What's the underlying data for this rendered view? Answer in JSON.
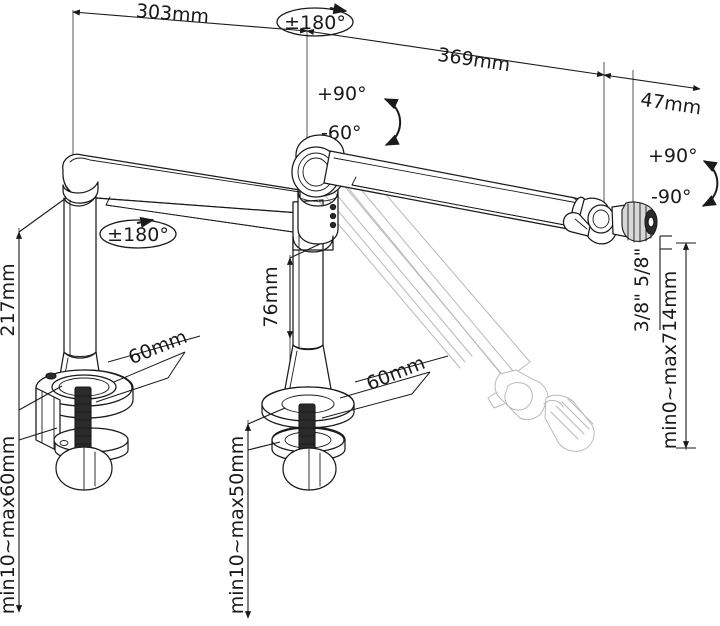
{
  "drawing": {
    "title": "Microphone boom arm desk mount - dimensioned technical drawing",
    "units": "mm",
    "line_color": "#1a1a1a",
    "ghost_color": "#b9b9b9",
    "background": "#ffffff"
  },
  "dimensions": {
    "upper_arm_length": "303mm",
    "lower_arm_length": "369mm",
    "head_offset": "47mm",
    "joint_height": "76mm",
    "pole_height": "217mm",
    "clamp_thickness": "min10~max60mm",
    "grommet_thickness": "min10~max50mm",
    "height_range": "min0~max714mm",
    "clamp_diameter": "60mm",
    "grommet_diameter": "60mm",
    "thread_sizes": "3/8\"  5/8\""
  },
  "rotations": {
    "base_pan": "±180°",
    "elbow_pan": "±180°",
    "elbow_tilt_up": "+90°",
    "elbow_tilt_down": "-60°",
    "head_tilt_up": "+90°",
    "head_tilt_down": "-90°"
  },
  "callouts": [
    {
      "id": "len-303",
      "label": "303mm",
      "kind": "linear"
    },
    {
      "id": "len-369",
      "label": "369mm",
      "kind": "linear"
    },
    {
      "id": "len-47",
      "label": "47mm",
      "kind": "linear"
    },
    {
      "id": "rot-top-180",
      "label": "±180°",
      "kind": "rotation"
    },
    {
      "id": "rot-elbow-up",
      "label": "+90°",
      "kind": "rotation"
    },
    {
      "id": "rot-elbow-down",
      "label": "-60°",
      "kind": "rotation"
    },
    {
      "id": "rot-head-up",
      "label": "+90°",
      "kind": "rotation"
    },
    {
      "id": "rot-head-down",
      "label": "-90°",
      "kind": "rotation"
    },
    {
      "id": "rot-base-180",
      "label": "±180°",
      "kind": "rotation"
    },
    {
      "id": "len-76",
      "label": "76mm",
      "kind": "linear"
    },
    {
      "id": "len-217",
      "label": "217mm",
      "kind": "linear"
    },
    {
      "id": "clamp-60",
      "label": "60mm",
      "kind": "linear"
    },
    {
      "id": "grommet-60",
      "label": "60mm",
      "kind": "linear"
    },
    {
      "id": "clamp-range",
      "label": "min10~max60mm",
      "kind": "range"
    },
    {
      "id": "grommet-range",
      "label": "min10~max50mm",
      "kind": "range"
    },
    {
      "id": "thread",
      "label": "3/8\"  5/8\"",
      "kind": "thread"
    },
    {
      "id": "height-range",
      "label": "min0~max714mm",
      "kind": "range"
    }
  ]
}
